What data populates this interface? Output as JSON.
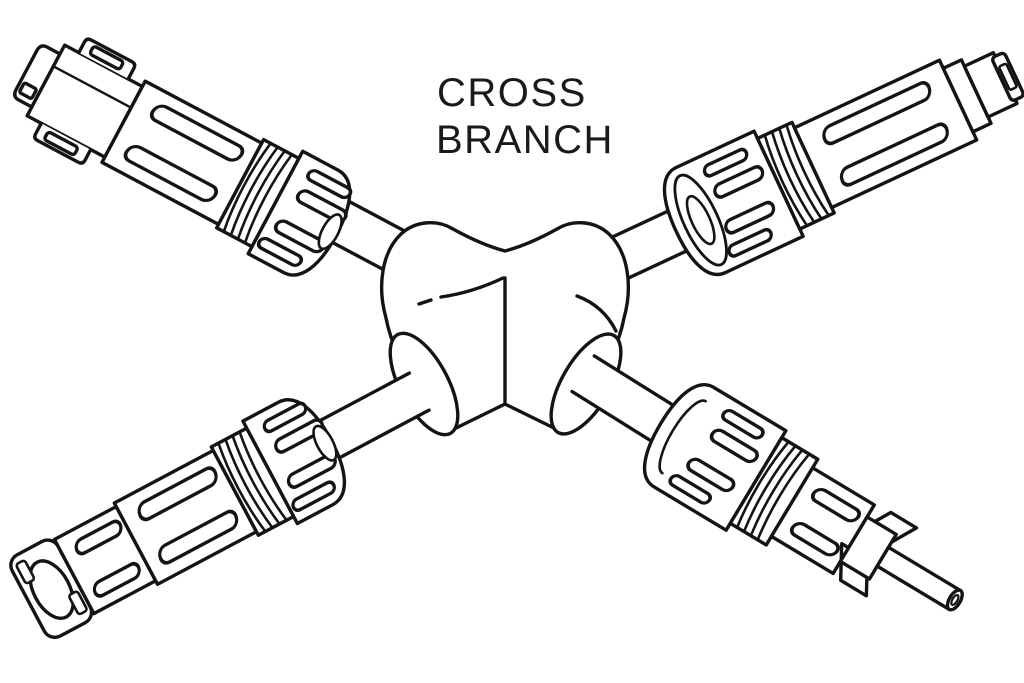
{
  "title": {
    "line1": "CROSS",
    "line2": "BRANCH"
  },
  "style": {
    "background": "#ffffff",
    "line_color": "#141414",
    "text_color": "#1a1a1a"
  },
  "diagram": {
    "type": "isometric technical line drawing",
    "subject": "4-way cross branch PV cable connector",
    "parts": [
      {
        "name": "center-cross-body",
        "description": "X-shaped molded junction body with four cable bosses"
      },
      {
        "name": "connector-top-left",
        "description": "female coupler with latch housing and slotted gland nut"
      },
      {
        "name": "connector-top-right",
        "description": "male coupler, plug tip pointing outward"
      },
      {
        "name": "connector-bottom-left",
        "description": "female coupler with open socket facing viewer"
      },
      {
        "name": "connector-bottom-right",
        "description": "male coupler with exposed contact pin"
      }
    ]
  }
}
